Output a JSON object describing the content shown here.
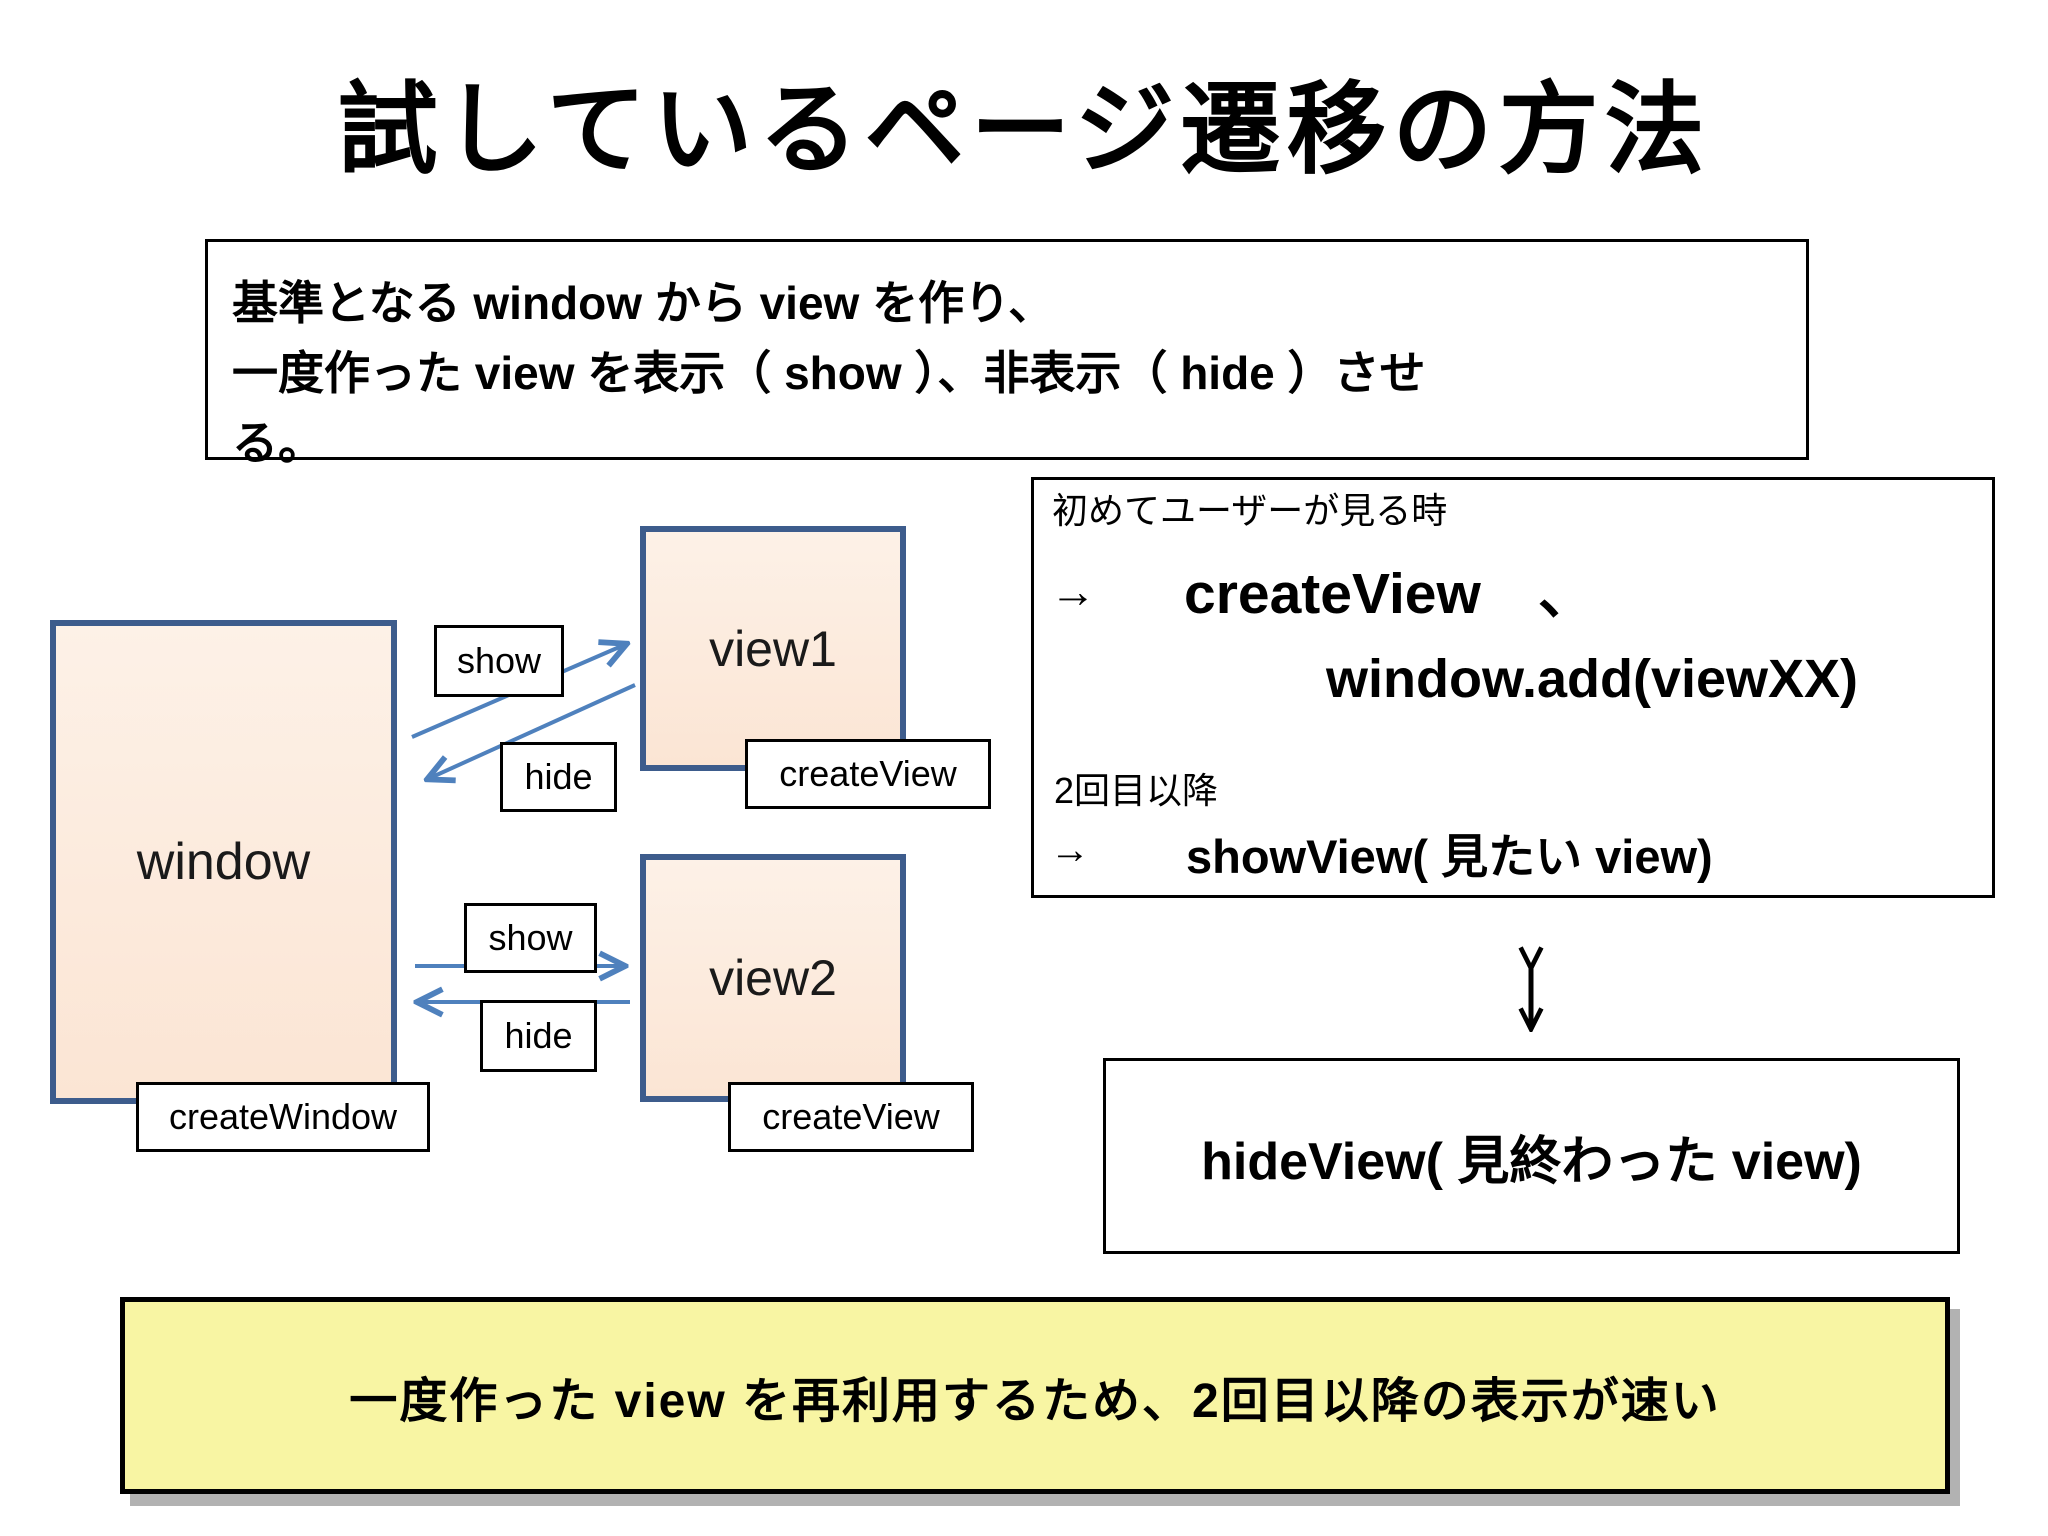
{
  "title": "試しているページ遷移の方法",
  "intro_box": {
    "lines": [
      "基準となる window から view を作り、",
      "一度作った view を表示（ show ）、非表示（ hide ）させ",
      "る。"
    ]
  },
  "diagram": {
    "window": {
      "label": "window",
      "badge": "createWindow"
    },
    "view1": {
      "label": "view1",
      "badge": "createView"
    },
    "view2": {
      "label": "view2",
      "badge": "createView"
    },
    "show_label_1": "show",
    "hide_label_1": "hide",
    "show_label_2": "show",
    "hide_label_2": "hide"
  },
  "flow_box": {
    "first_time_heading": "初めてユーザーが見る時",
    "bullet_arrow": "→",
    "create_call": "createView　、",
    "add_call": "window.add(viewXX)",
    "second_time_heading": "2回目以降",
    "show_call": "showView( 見たい view)"
  },
  "hide_box": {
    "text": "hideView( 見終わった view)"
  },
  "summary_box": {
    "text": "一度作った view を再利用するため、2回目以降の表示が速い"
  },
  "colors": {
    "shape_fill": "#FBE7D8",
    "shape_border": "#3D5C8C",
    "arrow_blue": "#4F81BD",
    "summary_yellow": "#F8F5A3"
  }
}
